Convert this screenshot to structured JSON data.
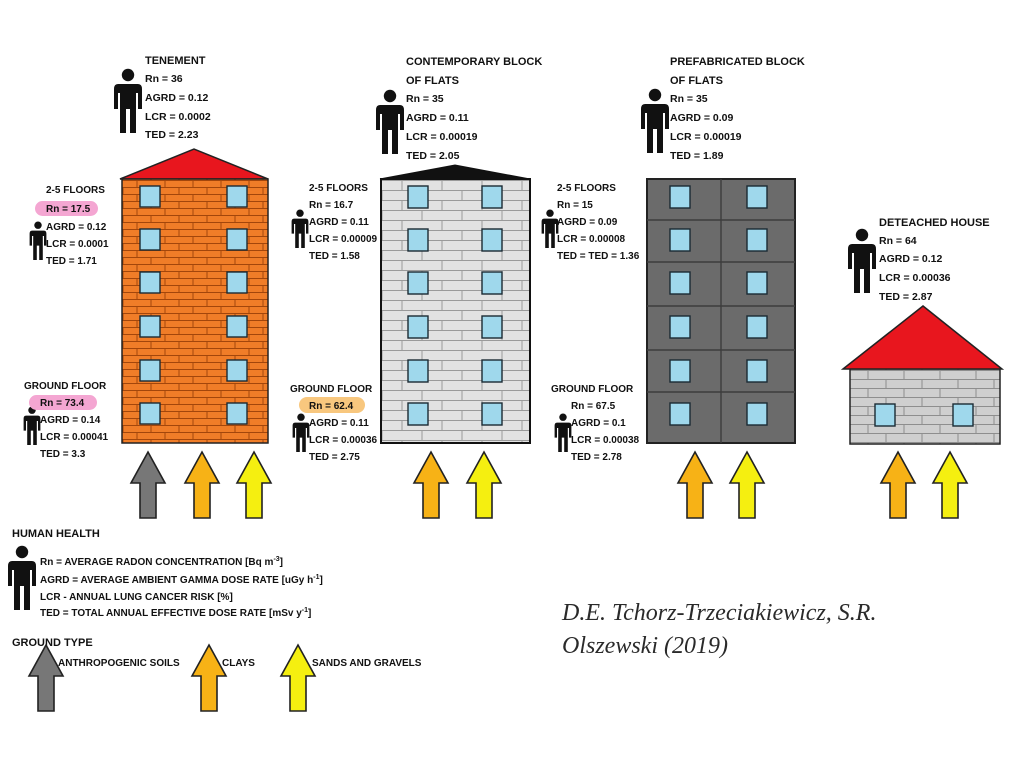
{
  "colors": {
    "brick": "#f07d28",
    "roof_red": "#e8161e",
    "window": "#9fd8ec",
    "concrete_light": "#dedede",
    "prefab_gray": "#6b6b6b",
    "house_gray": "#cfcfcf",
    "arrow_gray": "#777777",
    "arrow_orange": "#f7b216",
    "arrow_yellow": "#f5ef10",
    "highlight_pink": "#f4a6d2",
    "highlight_orange": "#f8c77e"
  },
  "buildings": {
    "tenement": {
      "title_lines": [
        "TENEMENT"
      ],
      "stats": [
        "Rn = 36",
        "AGRD = 0.12",
        "LCR = 0.0002",
        "TED = 2.23"
      ],
      "upper": {
        "heading": "2-5 FLOORS",
        "stats": [
          "Rn = 17.5",
          "AGRD = 0.12",
          "LCR = 0.0001",
          "TED = 1.71"
        ]
      },
      "ground": {
        "heading": "GROUND FLOOR",
        "stats": [
          "Rn = 73.4",
          "AGRD = 0.14",
          "LCR = 0.00041",
          "TED = 3.3"
        ]
      }
    },
    "contemporary": {
      "title_lines": [
        "CONTEMPORARY BLOCK",
        "OF FLATS"
      ],
      "stats": [
        "Rn = 35",
        "AGRD = 0.11",
        "LCR = 0.00019",
        "TED = 2.05"
      ],
      "upper": {
        "heading": "2-5 FLOORS",
        "stats": [
          "Rn = 16.7",
          "AGRD = 0.11",
          "LCR = 0.00009",
          "TED = 1.58"
        ]
      },
      "ground": {
        "heading": "GROUND FLOOR",
        "stats": [
          "Rn = 62.4",
          "AGRD = 0.11",
          "LCR = 0.00036",
          "TED = 2.75"
        ]
      }
    },
    "prefabricated": {
      "title_lines": [
        "PREFABRICATED BLOCK",
        "OF FLATS"
      ],
      "stats": [
        "Rn = 35",
        "AGRD = 0.09",
        "LCR = 0.00019",
        "TED = 1.89"
      ],
      "upper": {
        "heading": "2-5 FLOORS",
        "stats": [
          "Rn = 15",
          "AGRD = 0.09",
          "LCR = 0.00008",
          "TED = TED = 1.36"
        ]
      },
      "ground": {
        "heading": "GROUND FLOOR",
        "stats": [
          "Rn = 67.5",
          "AGRD = 0.1",
          "LCR = 0.00038",
          "TED = 2.78"
        ]
      }
    },
    "house": {
      "title_lines": [
        "DETEACHED HOUSE"
      ],
      "stats": [
        "Rn = 64",
        "AGRD = 0.12",
        "LCR = 0.00036",
        "TED = 2.87"
      ]
    }
  },
  "legend": {
    "human_health_heading": "HUMAN HEALTH",
    "definitions": [
      {
        "text": "Rn = AVERAGE RADON CONCENTRATION [Bq m",
        "sup": "-3",
        "tail": "]"
      },
      {
        "text": "AGRD = AVERAGE AMBIENT GAMMA DOSE RATE [uGy h",
        "sup": "-1",
        "tail": "]"
      },
      {
        "text": "LCR -  ANNUAL  LUNG CANCER RISK [%]",
        "sup": "",
        "tail": ""
      },
      {
        "text": "TED = TOTAL ANNUAL EFFECTIVE DOSE RATE [mSv y",
        "sup": "-1",
        "tail": "]"
      }
    ],
    "ground_type_heading": "GROUND TYPE",
    "ground_types": [
      "ANTHROPOGENIC SOILS",
      "CLAYS",
      "SANDS AND GRAVELS"
    ]
  },
  "citation": {
    "line1": "D.E. Tchorz-Trzeciakiewicz, S.R.",
    "line2": "Olszewski (2019)"
  }
}
